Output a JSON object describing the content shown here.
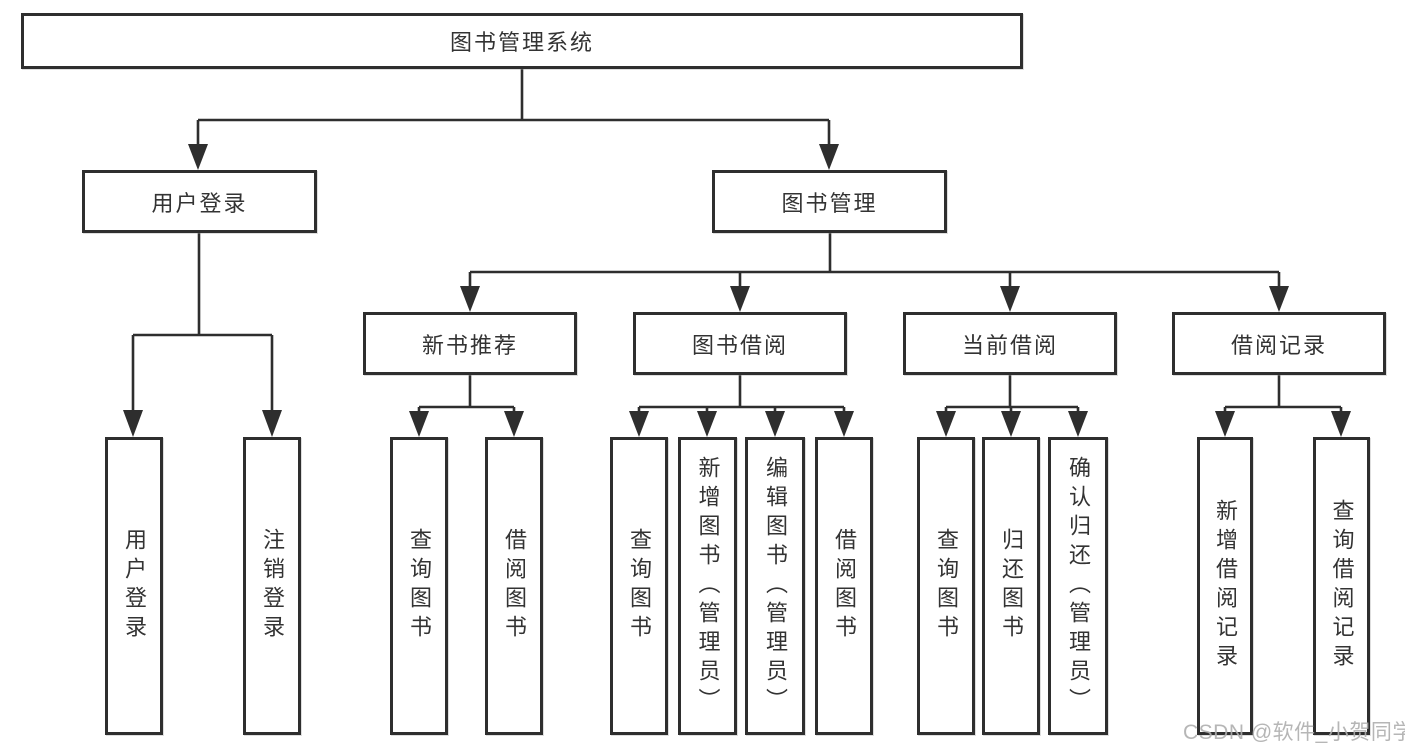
{
  "diagram": {
    "root": {
      "label": "图书管理系统"
    },
    "level2": [
      {
        "label": "用户登录"
      },
      {
        "label": "图书管理"
      }
    ],
    "level3": [
      {
        "label": "新书推荐"
      },
      {
        "label": "图书借阅"
      },
      {
        "label": "当前借阅"
      },
      {
        "label": "借阅记录"
      }
    ],
    "leaves": {
      "login": [
        {
          "label": "用户登录"
        },
        {
          "label": "注销登录"
        }
      ],
      "recommend": [
        {
          "label": "查询图书"
        },
        {
          "label": "借阅图书"
        }
      ],
      "borrow": [
        {
          "label": "查询图书"
        },
        {
          "label": "新增图书（管理员）"
        },
        {
          "label": "编辑图书（管理员）"
        },
        {
          "label": "借阅图书"
        }
      ],
      "current": [
        {
          "label": "查询图书"
        },
        {
          "label": "归还图书"
        },
        {
          "label": "确认归还（管理员）"
        }
      ],
      "records": [
        {
          "label": "新增借阅记录"
        },
        {
          "label": "查询借阅记录"
        }
      ]
    }
  },
  "watermark": {
    "text": "CSDN @软件_小贺同学",
    "color": "#aeaeae"
  },
  "colors": {
    "line": "#2e2e2e",
    "text": "#333333",
    "background": "#ffffff"
  }
}
